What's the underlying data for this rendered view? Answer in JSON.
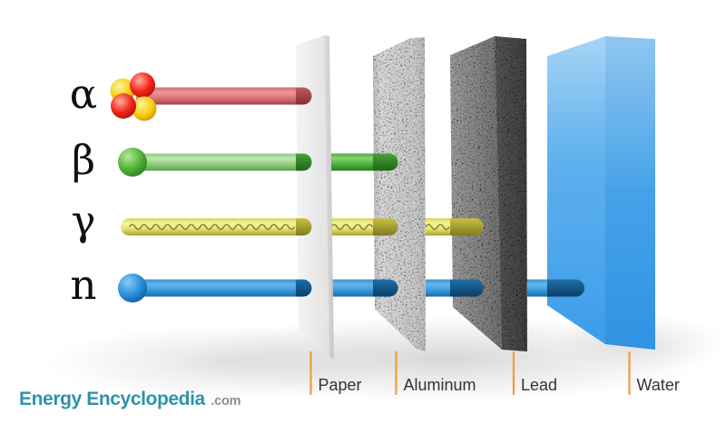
{
  "diagram": {
    "particles": [
      {
        "symbol": "α",
        "name": "alpha"
      },
      {
        "symbol": "β",
        "name": "beta"
      },
      {
        "symbol": "γ",
        "name": "gamma"
      },
      {
        "symbol": "n",
        "name": "neutron"
      }
    ],
    "barriers": [
      {
        "label": "Paper"
      },
      {
        "label": "Aluminum"
      },
      {
        "label": "Lead"
      },
      {
        "label": "Water"
      }
    ],
    "penetration": [
      {
        "particle": "alpha",
        "stopped_by": "Paper",
        "passes_through": []
      },
      {
        "particle": "beta",
        "stopped_by": "Aluminum",
        "passes_through": [
          "Paper"
        ]
      },
      {
        "particle": "gamma",
        "stopped_by": "Lead",
        "passes_through": [
          "Paper",
          "Aluminum"
        ]
      },
      {
        "particle": "neutron",
        "stopped_by": "Water",
        "passes_through": [
          "Paper",
          "Aluminum",
          "Lead"
        ]
      }
    ]
  },
  "logo": {
    "brand": "Energy Encyclopedia",
    "tld": ".com"
  },
  "colors": {
    "alpha_beam": "#dd7678",
    "beta_beam": "#8cc97d",
    "gamma_beam": "#e8e476",
    "neutron_beam": "#3f9cdf",
    "paper": "#ececec",
    "aluminum": "#d0d0d0",
    "lead": "#828282",
    "water": "#4aa7ec",
    "tick": "#f09b3a",
    "label_text": "#333333",
    "logo_teal": "#2e93a8",
    "logo_gray": "#8c8c8c"
  }
}
